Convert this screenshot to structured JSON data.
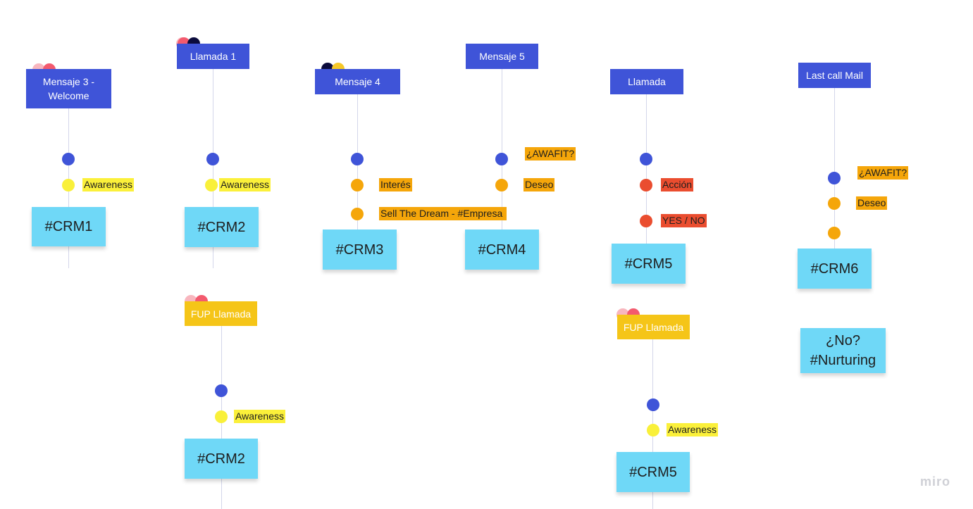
{
  "headers": {
    "m3": "Mensaje 3 - Welcome",
    "l1": "Llamada 1",
    "m4": "Mensaje 4",
    "m5": "Mensaje 5",
    "ll": "Llamada",
    "lc": "Last call Mail",
    "fup1": "FUP Llamada",
    "fup2": "FUP Llamada"
  },
  "labels": {
    "aw1": "Awareness",
    "aw2": "Awareness",
    "interes": "Interés",
    "sell": "Sell The Dream - #Empresa",
    "awafit5": "¿AWAFIT?",
    "deseo5": "Deseo",
    "accion": "Acción",
    "yesno": "YES / NO",
    "awafit6": "¿AWAFIT?",
    "deseo6": "Deseo",
    "aw_fup1": "Awareness",
    "aw_fup2": "Awareness"
  },
  "stickies": {
    "crm1": "#CRM1",
    "crm2a": "#CRM2",
    "crm3": "#CRM3",
    "crm4": "#CRM4",
    "crm5a": "#CRM5",
    "crm6": "#CRM6",
    "nurt1": "¿No?",
    "nurt2": "#Nurturing",
    "crm2b": "#CRM2",
    "crm5b": "#CRM5"
  },
  "logo": "miro",
  "colors": {
    "header_blue": "#3f54d8",
    "header_yellow": "#f5c518",
    "sticky_cyan": "#6fd8f7",
    "awareness_yellow": "#f9f03a",
    "stage_orange": "#f5a60a",
    "action_red": "#ea4d2f"
  }
}
